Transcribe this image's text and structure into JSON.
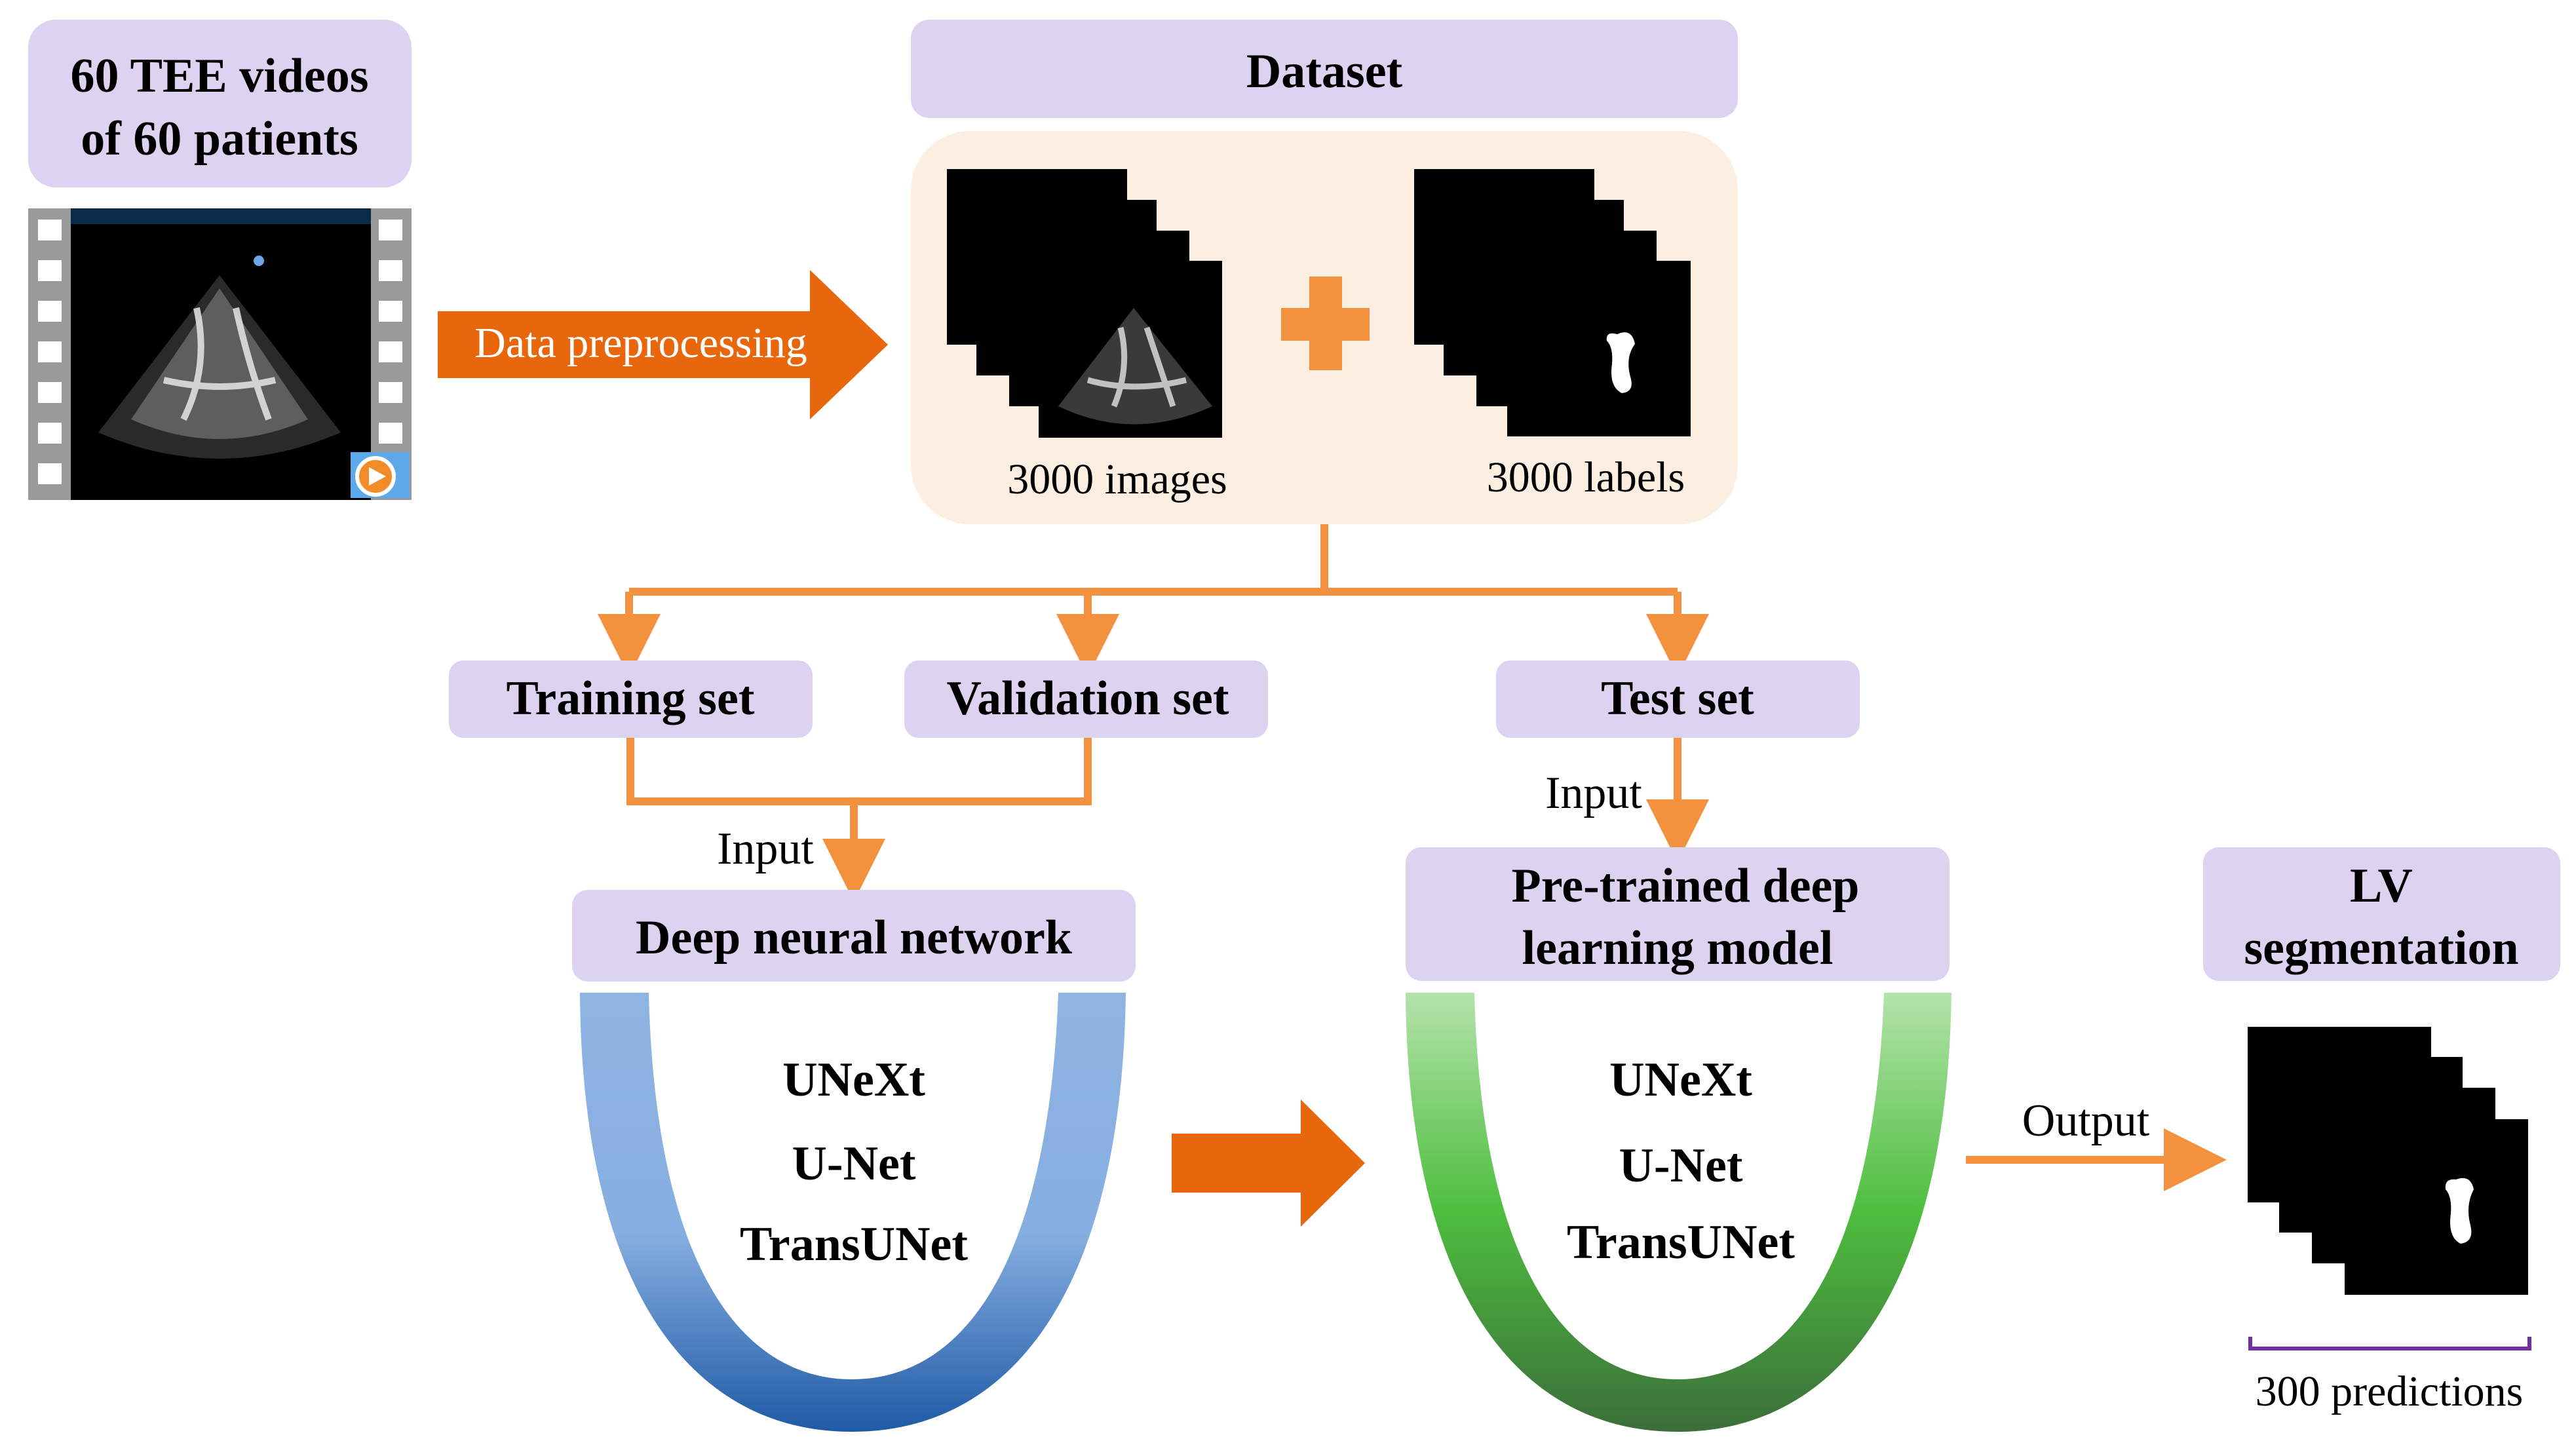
{
  "source_box": {
    "line1": "60 TEE videos",
    "line2": "of 60 patients"
  },
  "preprocess_arrow_label": "Data preprocessing",
  "dataset": {
    "title": "Dataset",
    "images_caption": "3000 images",
    "labels_caption": "3000 labels"
  },
  "splits": {
    "training": "Training set",
    "validation": "Validation set",
    "test": "Test set"
  },
  "input_label": "Input",
  "training_model": {
    "title": "Deep neural network",
    "models": [
      "UNeXt",
      "U-Net",
      "TransUNet"
    ]
  },
  "pretrained_model": {
    "title_line1": "Pre-trained deep",
    "title_line2": "learning model",
    "models": [
      "UNeXt",
      "U-Net",
      "TransUNet"
    ]
  },
  "output_label": "Output",
  "result": {
    "title_line1": "LV",
    "title_line2": "segmentation",
    "caption": "300 predictions"
  },
  "colors": {
    "box_purple": "#DCD3F1",
    "dataset_bg": "#FDEEE2",
    "orange_dark": "#E8660C",
    "orange_light": "#F4913E",
    "blue_light": "#8EB4E3",
    "blue_dark": "#1F5AA6",
    "green_light": "#A9DEA0",
    "green_mid": "#4DBE3E",
    "green_dark": "#3C6E3A",
    "bracket_purple": "#7030A0"
  }
}
